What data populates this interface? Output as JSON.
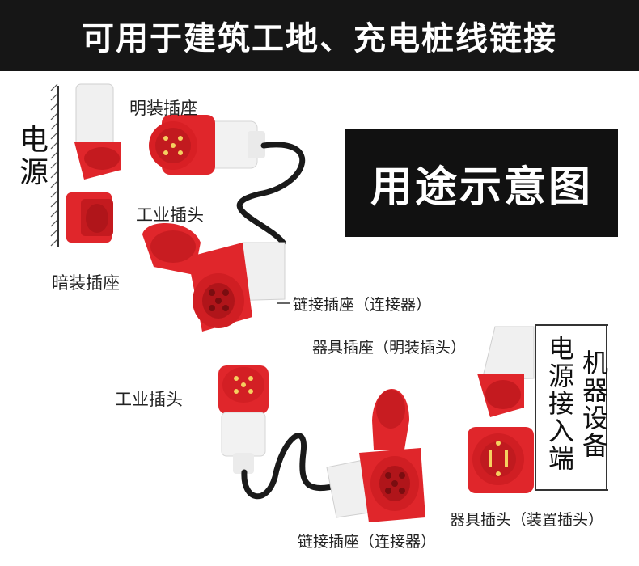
{
  "header": {
    "title": "可用于建筑工地、充电桩线链接"
  },
  "panel": {
    "title": "用途示意图"
  },
  "left_wall": {
    "label": "电源"
  },
  "right_wall": {
    "label_inner": "电源接入端",
    "label_outer": "机器设备"
  },
  "labels": {
    "surface_socket": "明装插座",
    "industrial_plug_top": "工业插头",
    "concealed_socket": "暗装插座",
    "connector_top": "链接插座（连接器）",
    "appliance_inlet_surface": "器具插座（明装插头）",
    "industrial_plug_bottom": "工业插头",
    "connector_bottom": "链接插座（连接器）",
    "appliance_plug": "器具插头（装置插头）"
  },
  "colors": {
    "red": "#e0262b",
    "dark_red": "#b0151a",
    "white_body": "#f2f2f2",
    "cable": "#1a1a1a",
    "banner": "#161616"
  }
}
